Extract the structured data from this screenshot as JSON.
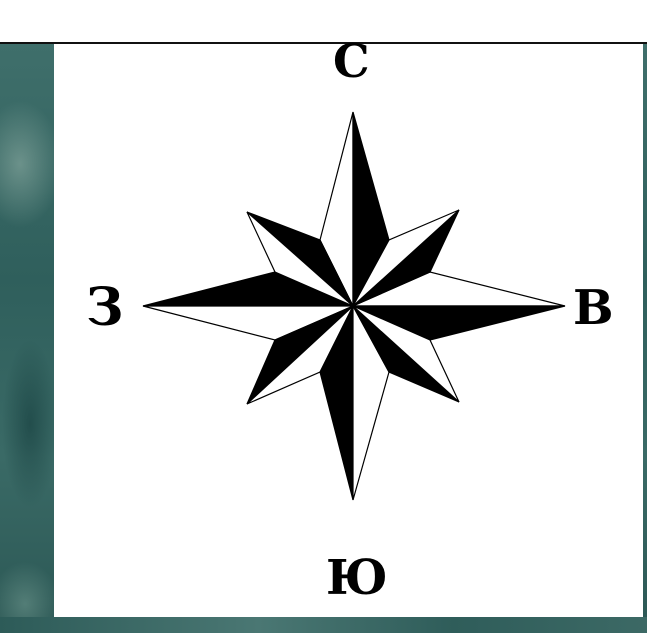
{
  "compass": {
    "north": "С",
    "south": "Ю",
    "west": "З",
    "east": "В"
  },
  "colors": {
    "rose_fill": "#000000",
    "rose_light": "#ffffff",
    "card_background": "#ffffff",
    "backdrop": "#2f5f5c"
  }
}
